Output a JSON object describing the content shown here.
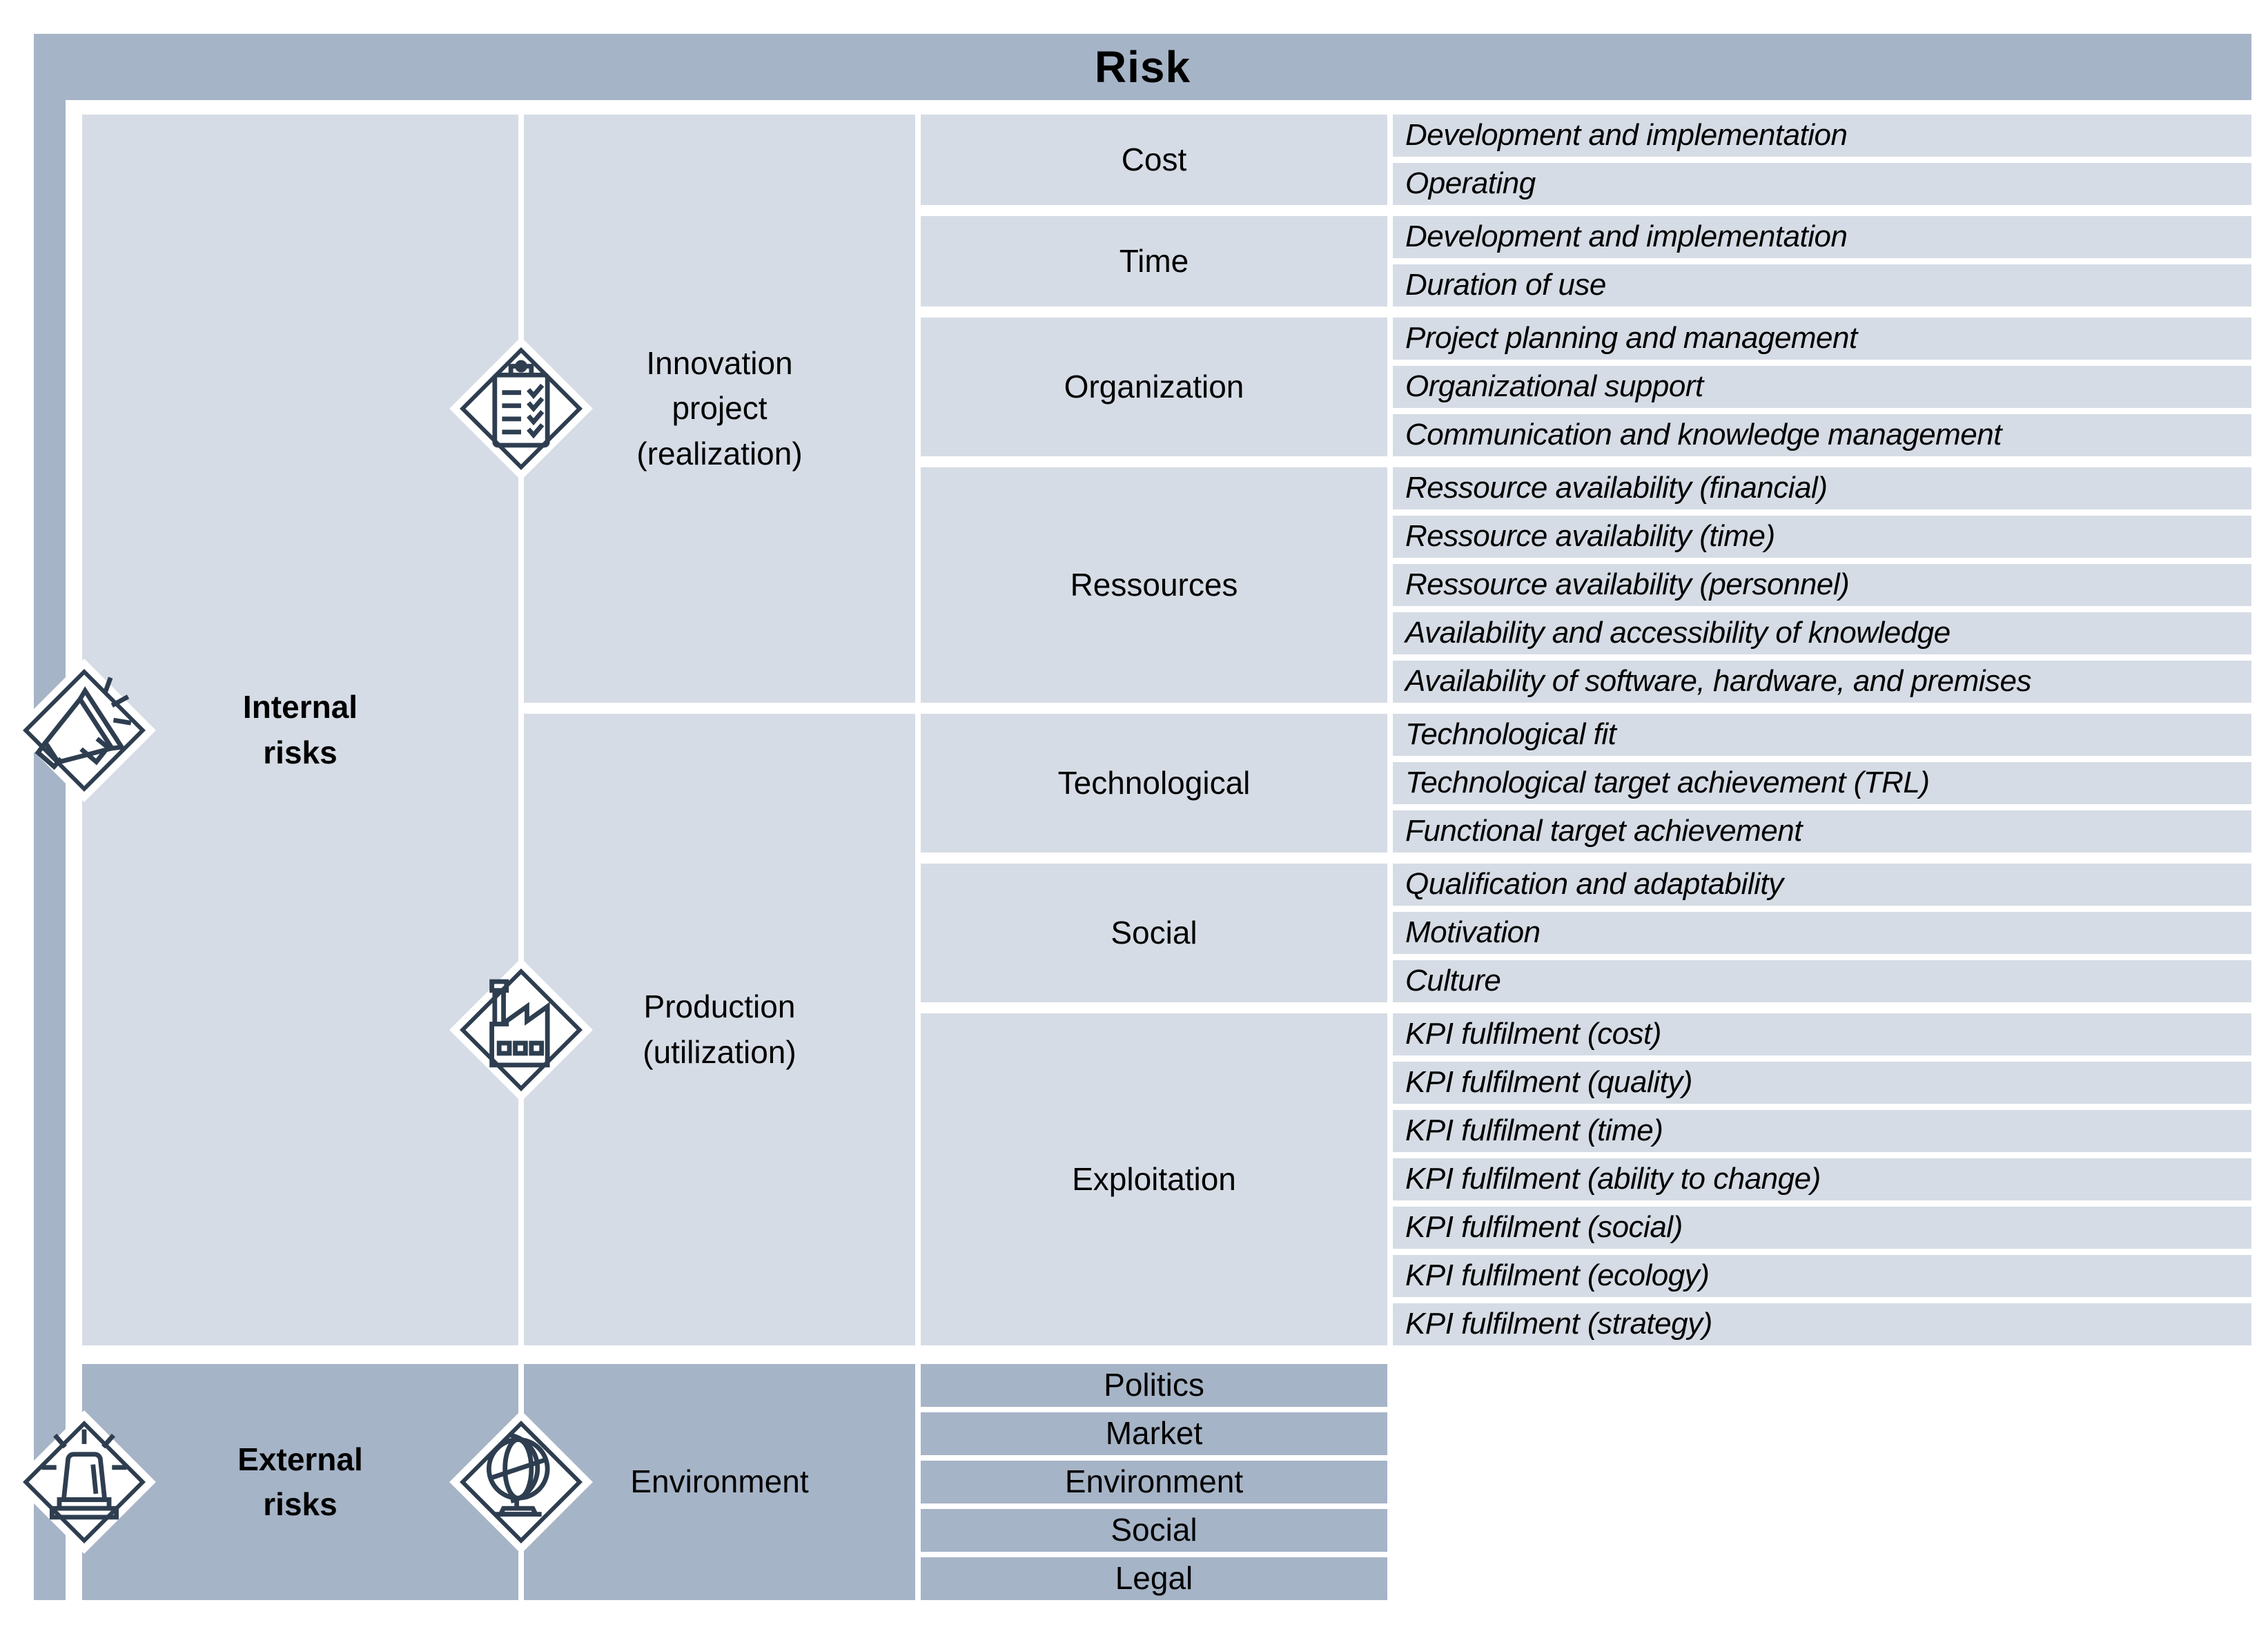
{
  "title": "Risk",
  "colors": {
    "dark": "#a6b4c7",
    "light": "#d6dce5",
    "ink": "#2e3e50"
  },
  "internal": {
    "label": "Internal\nrisks",
    "icon": "megaphone-icon",
    "branches": [
      {
        "label": "Innovation\nproject\n(realization)",
        "icon": "clipboard-checklist-icon",
        "groups": [
          {
            "category": "Cost",
            "items": [
              "Development and implementation",
              "Operating"
            ]
          },
          {
            "category": "Time",
            "items": [
              "Development and implementation",
              "Duration of use"
            ]
          },
          {
            "category": "Organization",
            "items": [
              "Project planning and management",
              "Organizational support",
              "Communication and knowledge management"
            ]
          },
          {
            "category": "Ressources",
            "items": [
              "Ressource availability (financial)",
              "Ressource availability (time)",
              "Ressource availability (personnel)",
              "Availability and accessibility of knowledge",
              "Availability of software, hardware, and premises"
            ]
          }
        ]
      },
      {
        "label": "Production\n(utilization)",
        "icon": "factory-icon",
        "groups": [
          {
            "category": "Technological",
            "items": [
              "Technological fit",
              "Technological target achievement (TRL)",
              "Functional target achievement"
            ]
          },
          {
            "category": "Social",
            "items": [
              "Qualification and adaptability",
              "Motivation",
              "Culture"
            ]
          },
          {
            "category": "Exploitation",
            "items": [
              "KPI fulfilment (cost)",
              "KPI fulfilment (quality)",
              "KPI fulfilment (time)",
              "KPI fulfilment (ability to change)",
              "KPI fulfilment (social)",
              "KPI fulfilment (ecology)",
              "KPI fulfilment (strategy)"
            ]
          }
        ]
      }
    ]
  },
  "external": {
    "label": "External\nrisks",
    "icon": "siren-icon",
    "branch": {
      "label": "Environment",
      "icon": "globe-icon",
      "categories": [
        "Politics",
        "Market",
        "Environment",
        "Social",
        "Legal"
      ]
    }
  }
}
